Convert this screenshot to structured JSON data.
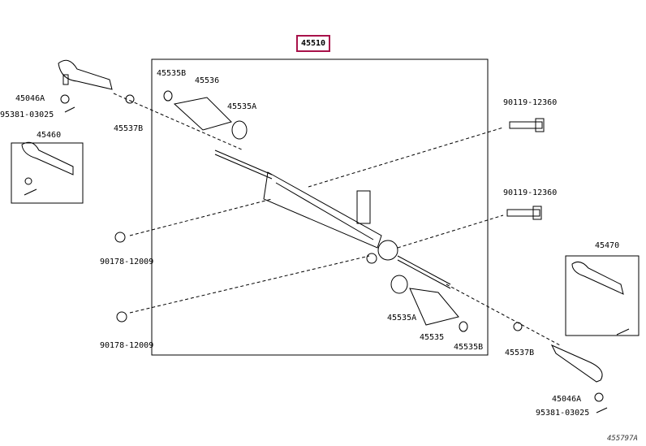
{
  "main_part": "45510",
  "labels": {
    "boot_clip_b_top": "45535B",
    "boot_top": "45536",
    "boot_clamp_a_top": "45535A",
    "nut_left": "45046A",
    "pin_left": "95381-03025",
    "seat_left": "45537B",
    "tie_rod_end_left": "45460",
    "bolt_upper": "90119-12360",
    "bolt_lower": "90119-12360",
    "nut_upper": "90178-12009",
    "nut_lower": "90178-12009",
    "tie_rod_end_right": "45470",
    "boot_clamp_a_bottom": "45535A",
    "boot_bottom": "45535",
    "boot_clip_b_bottom": "45535B",
    "seat_right": "45537B",
    "nut_right": "45046A",
    "pin_right": "95381-03025"
  },
  "illustration_code": "455797A",
  "accent_color": "#a8124a"
}
